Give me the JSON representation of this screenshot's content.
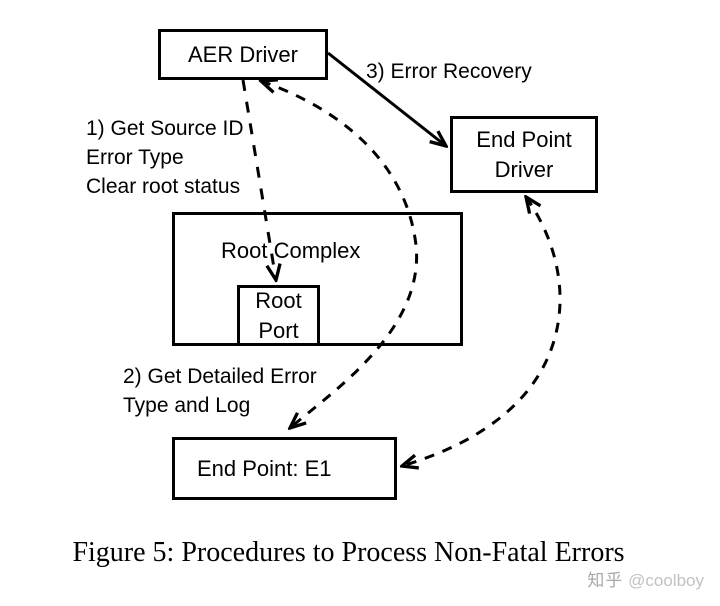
{
  "figure": {
    "boxes": {
      "aer_driver": {
        "label": "AER Driver"
      },
      "end_point_driver": {
        "line1": "End Point",
        "line2": "Driver"
      },
      "root_complex": {
        "label": "Root Complex"
      },
      "root_port": {
        "line1": "Root",
        "line2": "Port"
      },
      "end_point_e1": {
        "label": "End Point: E1"
      }
    },
    "steps": {
      "step1": {
        "line1": "1) Get Source ID",
        "line2": "Error Type",
        "line3": "Clear root status"
      },
      "step2": {
        "line1": "2) Get Detailed Error",
        "line2": "Type and Log"
      },
      "step3": {
        "label": "3) Error Recovery"
      }
    },
    "connections": [
      {
        "from": "aer_driver",
        "to": "end_point_driver",
        "style": "solid",
        "direction": "one-way",
        "label": "3) Error Recovery"
      },
      {
        "from": "aer_driver",
        "to": "root_port",
        "style": "dashed",
        "direction": "one-way",
        "label": "1) Get Source ID / Error Type / Clear root status"
      },
      {
        "from": "aer_driver",
        "to": "end_point_e1",
        "style": "dashed",
        "direction": "two-way",
        "label": "2) Get Detailed Error Type and Log"
      },
      {
        "from": "end_point_driver",
        "to": "end_point_e1",
        "style": "dashed",
        "direction": "two-way",
        "label": ""
      }
    ]
  },
  "caption": "Figure 5: Procedures to Process Non-Fatal Errors",
  "watermark": {
    "brand": "知乎",
    "handle": "@coolboy"
  },
  "colors": {
    "ink": "#000000",
    "background": "#ffffff",
    "watermark": "#bfbfbf"
  }
}
